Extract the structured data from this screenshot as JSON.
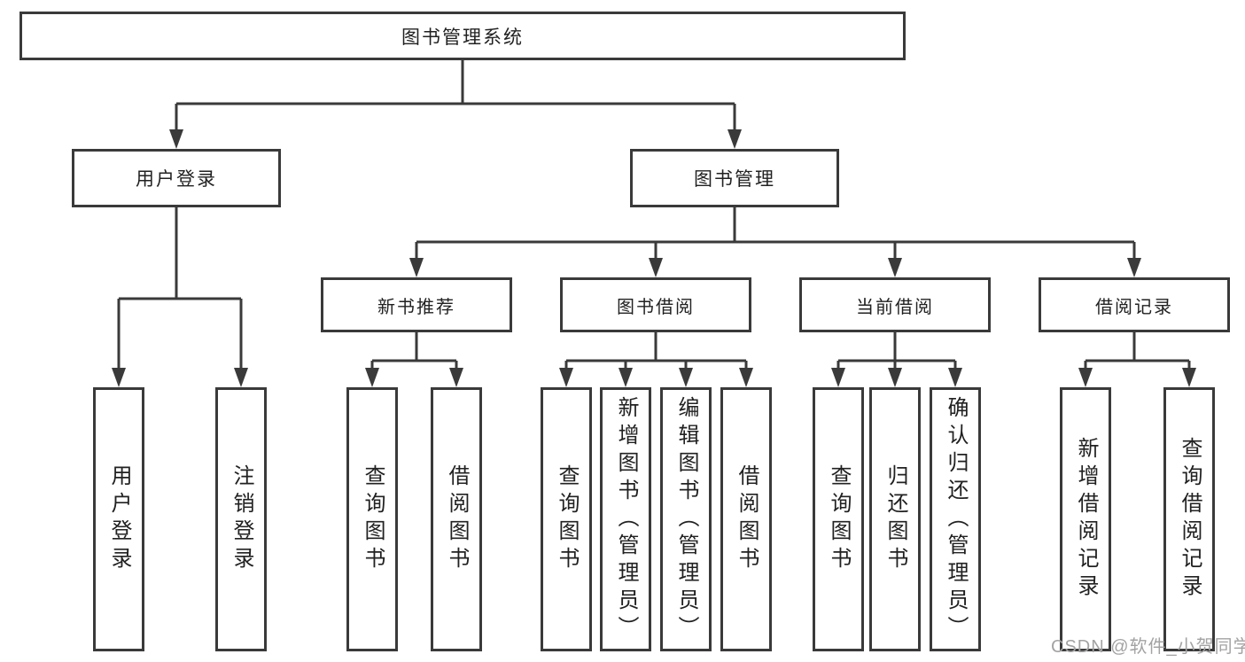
{
  "colors": {
    "line": "#3a3a3a",
    "text": "#212121",
    "watermark": "#a3a3a3",
    "background": "#ffffff"
  },
  "diagram": {
    "root": {
      "label": "图书管理系统"
    },
    "level2": [
      {
        "label": "用户登录"
      },
      {
        "label": "图书管理"
      }
    ],
    "level3": [
      {
        "label": "新书推荐"
      },
      {
        "label": "图书借阅"
      },
      {
        "label": "当前借阅"
      },
      {
        "label": "借阅记录"
      }
    ],
    "leaves": [
      {
        "label": "用户登录"
      },
      {
        "label": "注销登录"
      },
      {
        "label": "查询图书"
      },
      {
        "label": "借阅图书"
      },
      {
        "label": "查询图书"
      },
      {
        "label": "新增图书（管理员）"
      },
      {
        "label": "编辑图书（管理员）"
      },
      {
        "label": "借阅图书"
      },
      {
        "label": "查询图书"
      },
      {
        "label": "归还图书"
      },
      {
        "label": "确认归还（管理员）"
      },
      {
        "label": "新增借阅记录"
      },
      {
        "label": "查询借阅记录"
      }
    ]
  },
  "watermark": {
    "text": "CSDN @软件_小贺同学"
  }
}
